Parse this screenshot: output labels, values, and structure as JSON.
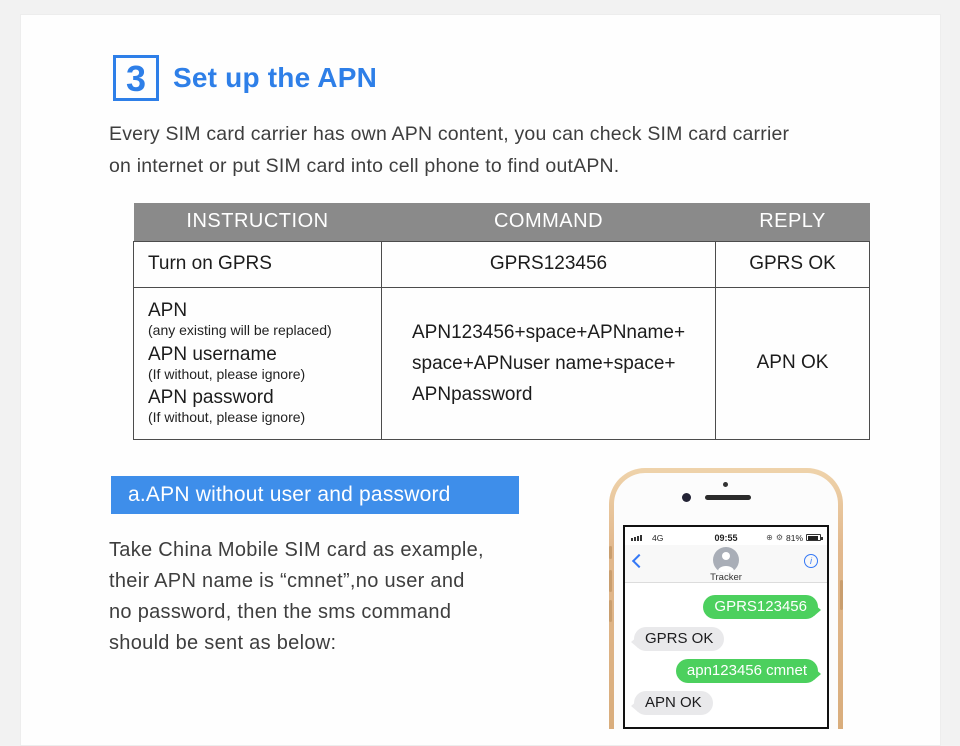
{
  "header": {
    "step_number": "3",
    "title": "Set up the APN"
  },
  "intro": {
    "lines": [
      "Every SIM card carrier has own APN content, you can check SIM card carrier",
      "on internet or put SIM card into cell phone to find outAPN."
    ]
  },
  "table": {
    "headers": [
      "INSTRUCTION",
      "COMMAND",
      "REPLY"
    ],
    "row1": {
      "instruction": "Turn on GPRS",
      "command": "GPRS123456",
      "reply": "GPRS OK"
    },
    "row2": {
      "instruction_groups": [
        {
          "label": "APN",
          "note": "(any existing will be replaced)"
        },
        {
          "label": "APN username",
          "note": "(If without, please ignore)"
        },
        {
          "label": "APN password",
          "note": "(If without, please ignore)"
        }
      ],
      "command_lines": [
        "APN123456+space+APNname+",
        "space+APNuser name+space+",
        "APNpassword"
      ],
      "reply": "APN OK"
    }
  },
  "section_a": {
    "banner": "a.APN without user and password",
    "body_lines": [
      "Take China Mobile SIM card as example,",
      "their APN name is “cmnet”,no user and",
      "no password, then the sms command",
      "should be sent as below:"
    ]
  },
  "phone": {
    "status": {
      "carrier": "4G",
      "time": "09:55",
      "battery_percent": "81%",
      "location_icon": "⊕",
      "alarm_icon": "⚙"
    },
    "nav": {
      "contact_name": "Tracker",
      "info_icon": "i"
    },
    "messages": [
      {
        "text": "GPRS123456",
        "direction": "outgoing"
      },
      {
        "text": "GPRS OK",
        "direction": "incoming"
      },
      {
        "text": "apn123456 cmnet",
        "direction": "outgoing"
      },
      {
        "text": "APN OK",
        "direction": "incoming"
      }
    ]
  },
  "colors": {
    "accent_blue": "#2e7fe8",
    "banner_blue": "#3e8eea",
    "table_header_gray": "#8a8a8a",
    "bubble_green": "#4cd05e",
    "bubble_gray": "#e9e9eb",
    "phone_gold": "#e2b98e"
  }
}
